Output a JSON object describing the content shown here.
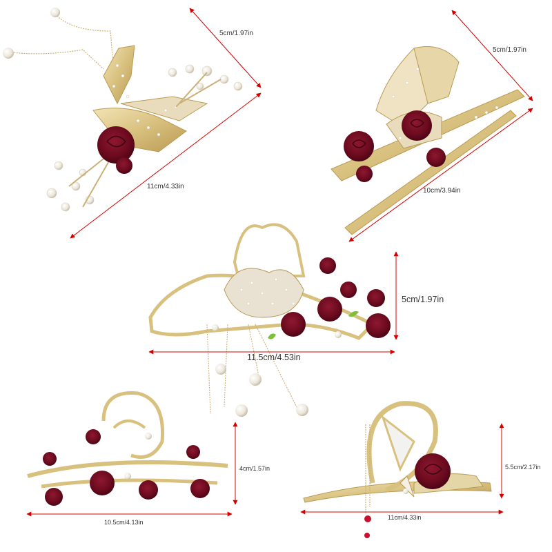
{
  "accent_color": "#d40000",
  "products": [
    {
      "name_icon": "butterfly-rose-lily-tassel-hair-claw-icon",
      "dims": {
        "height": "5cm/1.97in",
        "length": "11cm/4.33in"
      }
    },
    {
      "name_icon": "butterfly-rose-rhinestone-hair-claw-icon",
      "dims": {
        "height": "5cm/1.97in",
        "length": "10cm/3.94in"
      }
    },
    {
      "name_icon": "butterfly-rose-pearl-tassel-hair-claw-icon",
      "dims": {
        "height": "5cm/1.97in",
        "length": "11.5cm/4.53in"
      }
    },
    {
      "name_icon": "rose-vine-hair-claw-icon",
      "dims": {
        "height": "4cm/1.57in",
        "length": "10.5cm/4.13in"
      }
    },
    {
      "name_icon": "single-rose-tassel-hair-claw-icon",
      "dims": {
        "height": "5.5cm/2.17in",
        "length": "11cm/4.33in"
      }
    }
  ]
}
